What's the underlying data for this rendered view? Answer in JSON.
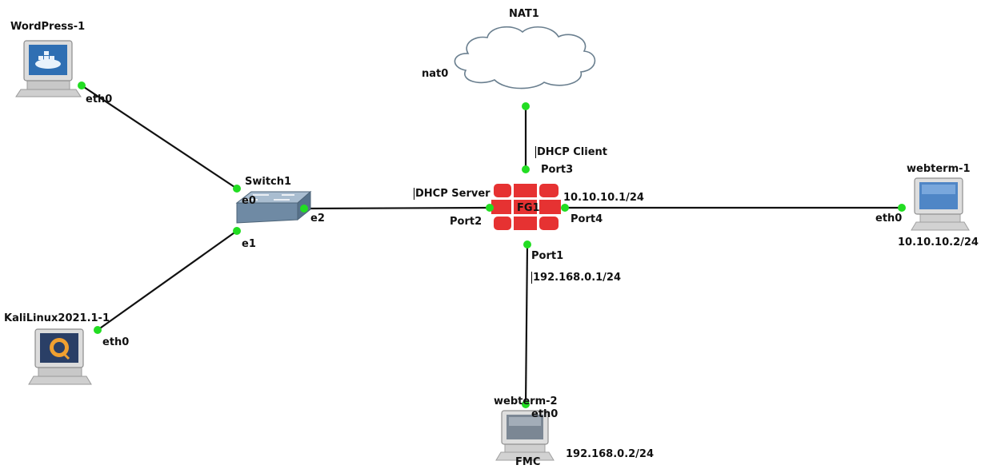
{
  "nodes": {
    "wordpress": {
      "name": "WordPress-1",
      "icon": "docker-host-icon"
    },
    "kali": {
      "name": "KaliLinux2021.1-1",
      "icon": "kali-host-icon"
    },
    "switch": {
      "name": "Switch1",
      "icon": "ethernet-switch-icon"
    },
    "nat": {
      "name": "NAT1",
      "icon": "cloud-icon"
    },
    "firewall": {
      "name": "FG1",
      "icon": "fortigate-firewall-icon"
    },
    "webterm1": {
      "name": "webterm-1",
      "icon": "terminal-host-icon"
    },
    "webterm2": {
      "name": "webterm-2",
      "caption": "FMC",
      "icon": "terminal-host-icon"
    }
  },
  "ports": {
    "wordpress_eth0": "eth0",
    "kali_eth0": "eth0",
    "switch_e0": "e0",
    "switch_e1": "e1",
    "switch_e2": "e2",
    "nat_nat0": "nat0",
    "fg_port1": "Port1",
    "fg_port2": "Port2",
    "fg_port3": "Port3",
    "fg_port4": "Port4",
    "webterm1_eth0": "eth0",
    "webterm2_eth0": "eth0"
  },
  "annotations": {
    "dhcp_server": "DHCP Server",
    "dhcp_client": "DHCP Client",
    "fg_port4_ip": "10.10.10.1/24",
    "fg_port1_ip": "192.168.0.1/24",
    "webterm1_ip": "10.10.10.2/24",
    "webterm2_ip": "192.168.0.2/24"
  },
  "colors": {
    "link": "#111111",
    "port_dot": "#22dd22",
    "firewall_red": "#e63232",
    "cloud_stroke": "#6a7f8f",
    "cloud_fill": "#ffffff",
    "switch_body": "#8fa6bb",
    "monitor_frame": "#d7d7d7",
    "screen_blue": "#5a8fcf"
  }
}
